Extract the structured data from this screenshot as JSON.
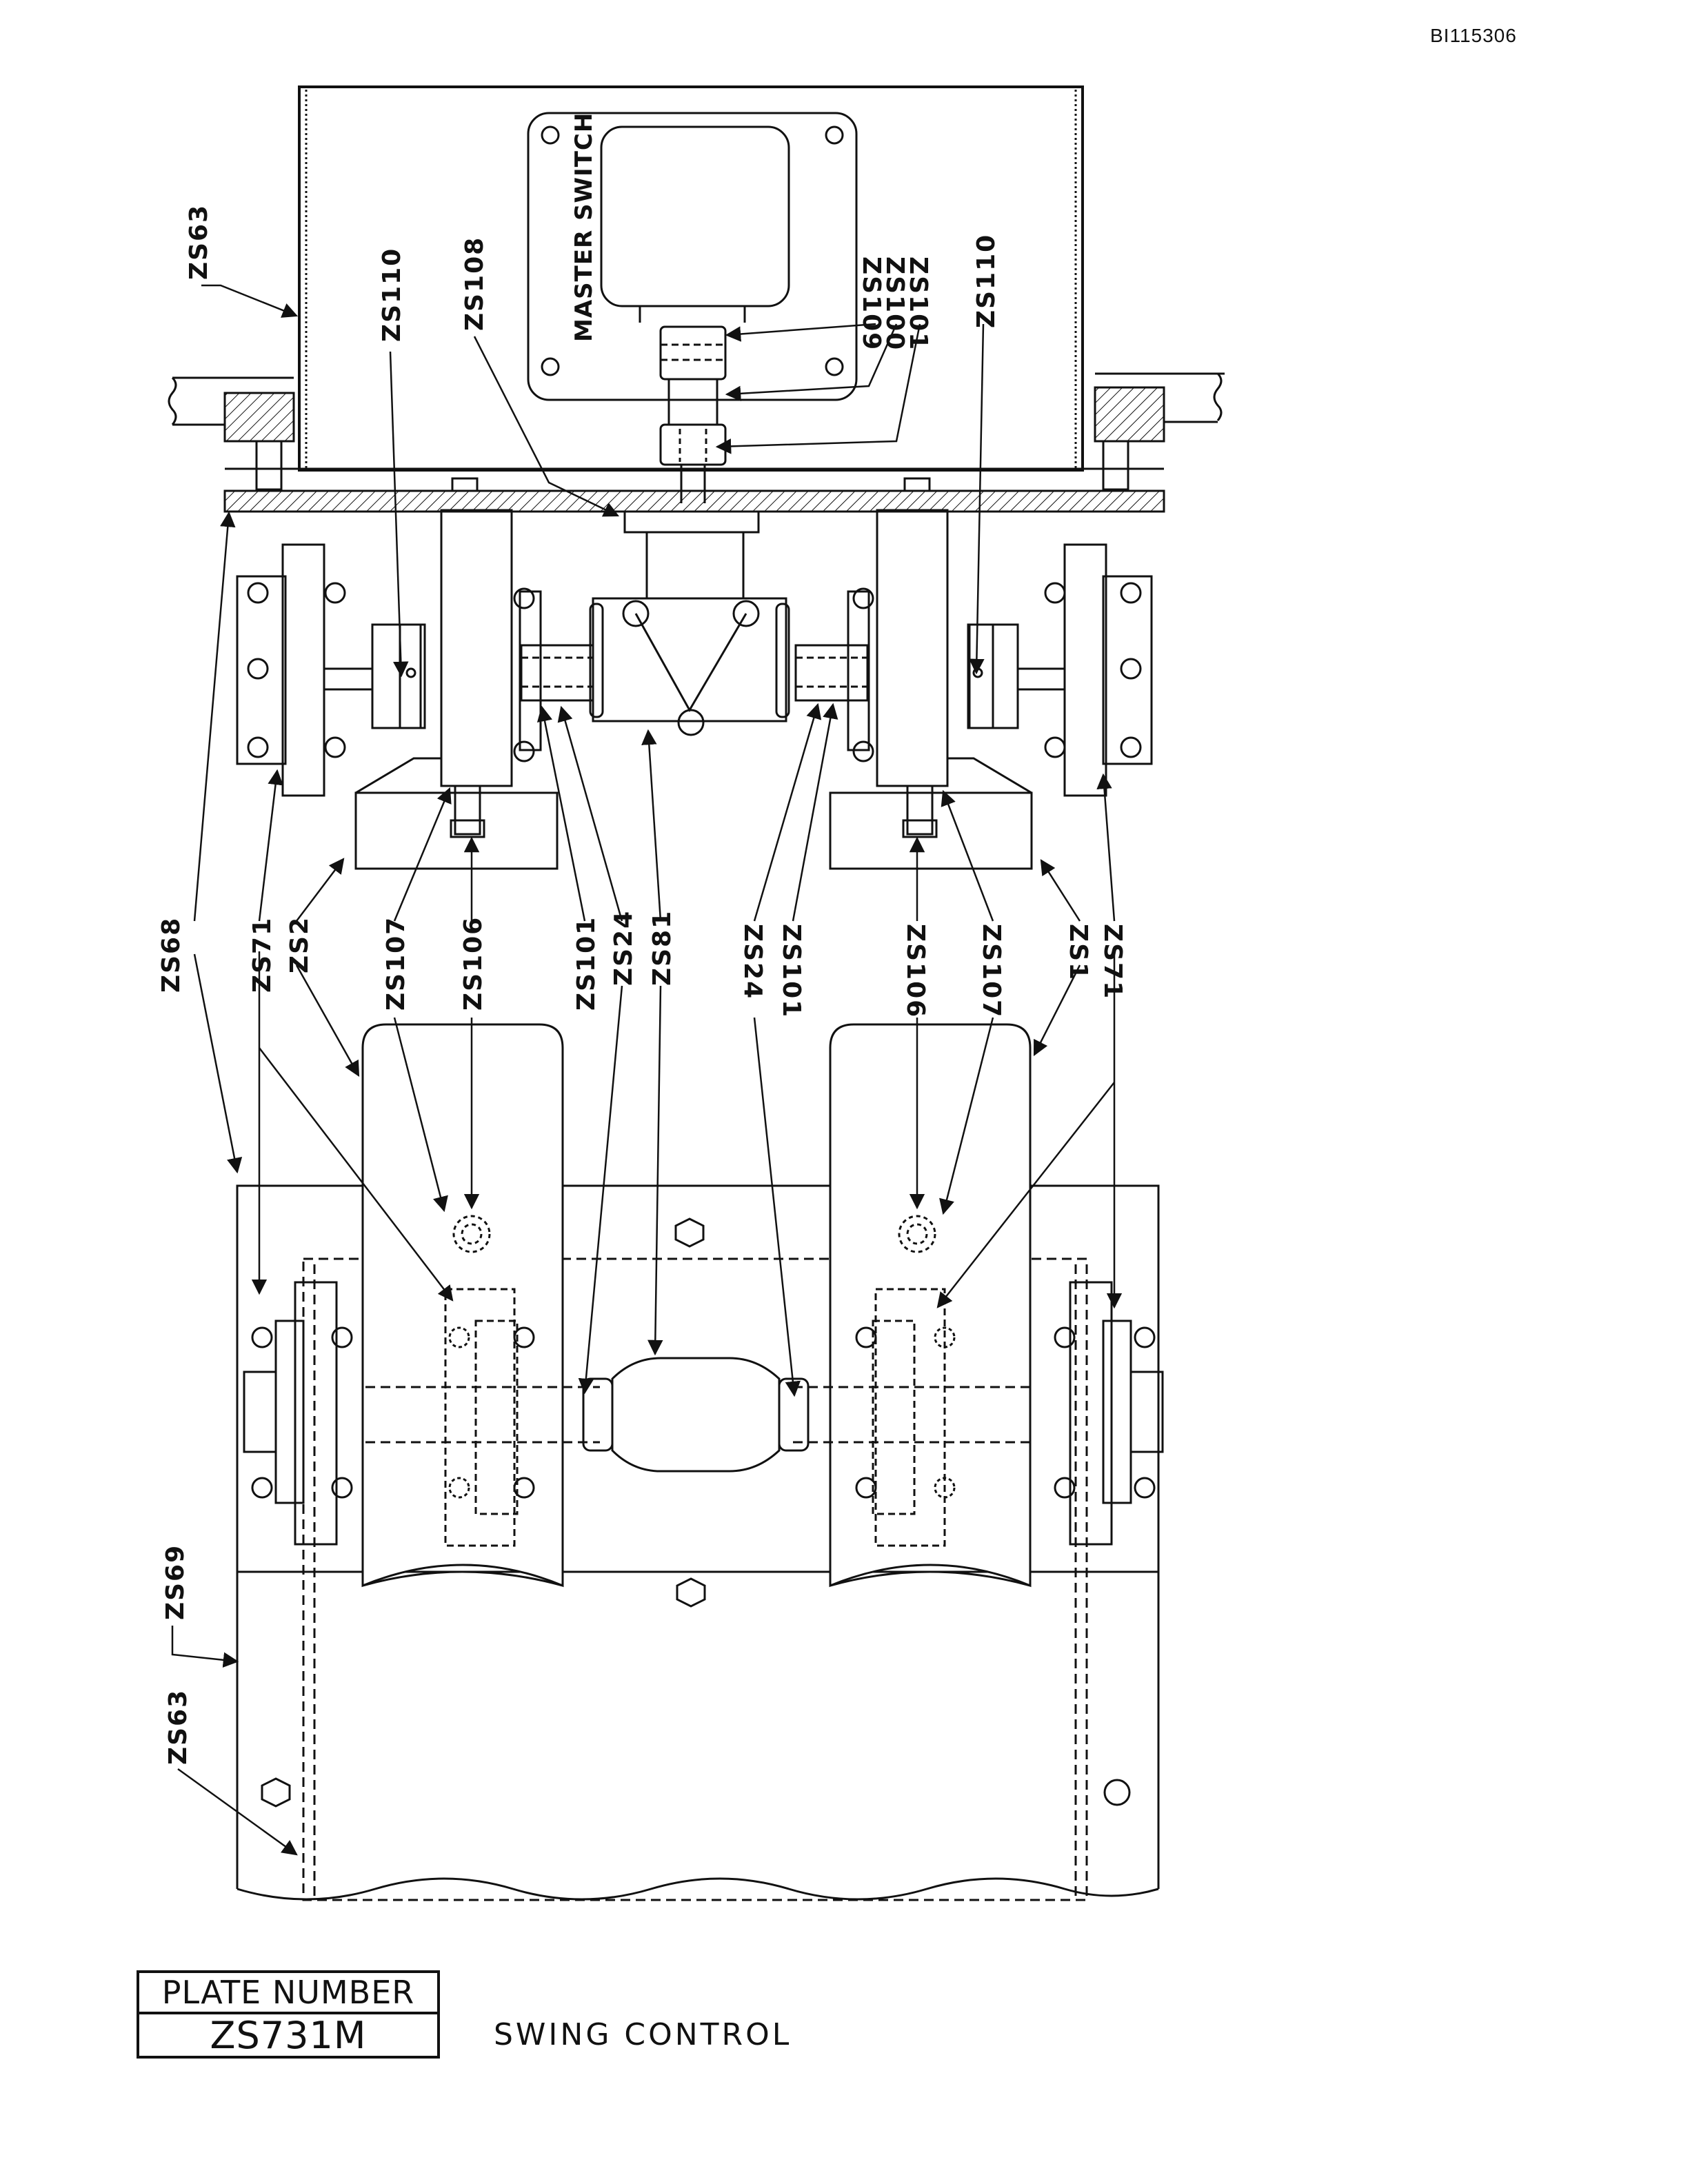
{
  "document_id": "BI115306",
  "component_labels": {
    "master_switch": "MASTER SWITCH"
  },
  "callouts": {
    "zs63_top": "ZS63",
    "zs110_left": "ZS110",
    "zs108": "ZS108",
    "zs109": "ZS109",
    "zs100": "ZS100",
    "zs101_top": "ZS101",
    "zs110_right": "ZS110",
    "zs68": "ZS68",
    "zs71_left": "ZS71",
    "zs2": "ZS2",
    "zs107_left": "ZS107",
    "zs106_left": "ZS106",
    "zs101_left": "ZS101",
    "zs24_left": "ZS24",
    "zs81": "ZS81",
    "zs24_right": "ZS24",
    "zs101_right": "ZS101",
    "zs106_right": "ZS106",
    "zs107_right": "ZS107",
    "zs1": "ZS1",
    "zs71_right": "ZS71",
    "zs69": "ZS69",
    "zs63_bottom": "ZS63"
  },
  "plate": {
    "header": "PLATE NUMBER",
    "number": "ZS731M",
    "title": "SWING CONTROL"
  },
  "colors": {
    "ink": "#111111",
    "paper": "#ffffff"
  }
}
